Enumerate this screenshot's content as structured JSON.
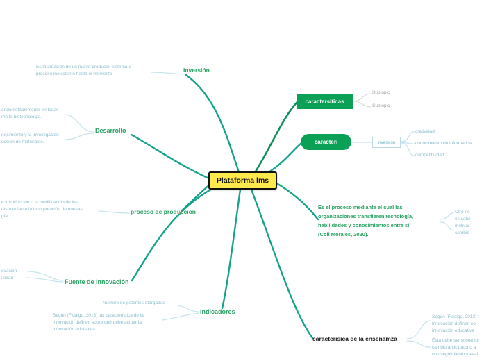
{
  "colors": {
    "branch": "#14a38b",
    "branch_dark": "#0e8f5b",
    "connector_light": "#c7e4ec",
    "connector_gray": "#d6d6d6",
    "center_fill": "#ffe94d",
    "center_border": "#111111",
    "topic_green": "#2aa263",
    "highlight_orange": "#f59a23",
    "note_teal": "#8cbcca",
    "subtopic_gray": "#9aa0a6",
    "node_green_fill": "#0aa156"
  },
  "center": {
    "label": "Plataforma lms"
  },
  "branches": {
    "inversion": {
      "label": "inversión",
      "note_line1": "Es la creación de un nuevo producto, sistema o",
      "note_line2": "proceso inexistente hasta el momento"
    },
    "desarrollo": {
      "label": "Desarrollo",
      "note1_line1": "ando notablemente en todas",
      "note1_line2": "mo la biotecnología.",
      "note2_line1": "nocimiento y la investigación",
      "note2_line2": "ucción de materiales."
    },
    "proceso": {
      "label_pre": "proceso de prod",
      "label_highlight": "u",
      "label_post": "cción",
      "note_line1": "e introducción o la modificación de los",
      "note_line2": "tes mediante la incorporación de nuevas",
      "note_line3": "gía."
    },
    "fuente": {
      "label": "Fuente de innovación",
      "note_line1": "ovación",
      "note_line2": "icidad"
    },
    "indicadores": {
      "label": "indicadores",
      "note_top": "Número de patentes otorgadas",
      "note_line1": "Según (Fidalgo, 2013) las característica de la",
      "note_line2": "innovación definen sobre qué debe actuar la",
      "note_line3": "innovación educativa"
    },
    "caracteristicas": {
      "label": "caractersiticas",
      "subtopic1": "Subtopic",
      "subtopic2": "Subtopic"
    },
    "caracteri": {
      "label": "caracteri",
      "child_box": "inversión",
      "items": [
        "cratividad",
        "conocimiento de informatica",
        "competitividad"
      ]
    },
    "proceso_texto": {
      "text_line1": "Es el proceso mediante el cual las",
      "text_line2": "organizaciones transfieren tecnología,",
      "text_line3": "habilidades y conocimientos entre sí",
      "text_line4": "(Coll Morales, 2020).",
      "note_line1": "Otro rie",
      "note_line2": "es sabe",
      "note_line3": "motivar",
      "note_line4": "cambio"
    },
    "ensenanza": {
      "label": "caracterisica de la enseñamza",
      "note1_line1": "Según (Fidalgo, 2013) l",
      "note1_line2": "innovación definen sol",
      "note1_line3": "innovación educativa",
      "note2_line1": "Ésta debe ser  sostenibl",
      "note2_line2": "cambio anticipatorio a",
      "note2_line3": "con seguimiento y eval"
    }
  }
}
